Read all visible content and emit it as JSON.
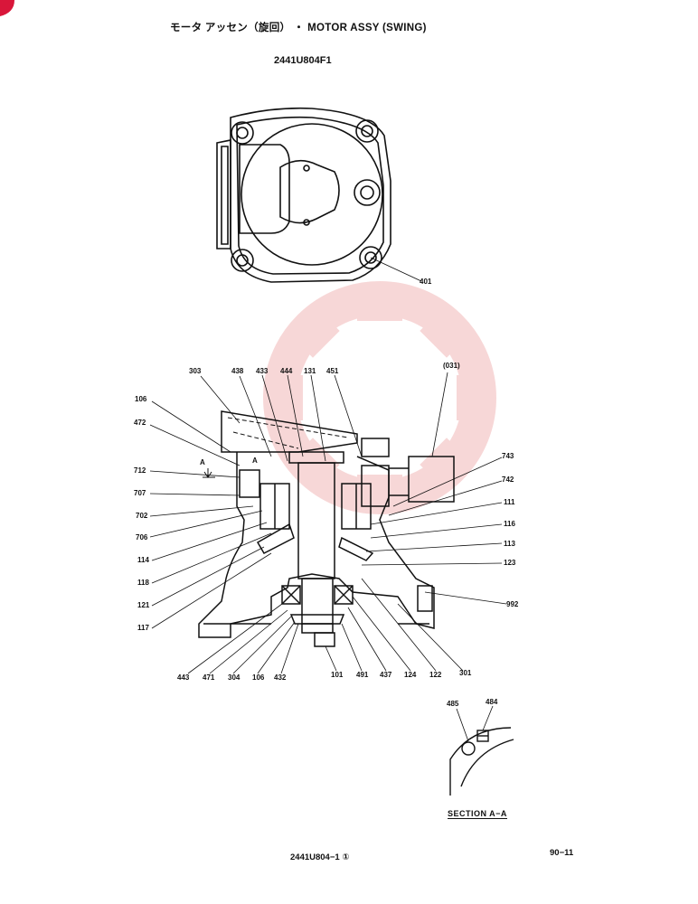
{
  "header": {
    "title": "モータ アッセン（旋回） ・ MOTOR ASSY (SWING)",
    "part_number": "2441U804F1"
  },
  "callouts": {
    "c401": "401",
    "c303": "303",
    "c438": "438",
    "c433": "433",
    "c444": "444",
    "c131": "131",
    "c451": "451",
    "c031": "(031)",
    "c106a": "106",
    "c472": "472",
    "c712": "712",
    "c707": "707",
    "c702": "702",
    "c706": "706",
    "c114": "114",
    "c118": "118",
    "c121": "121",
    "c117": "117",
    "c743": "743",
    "c742": "742",
    "c111": "111",
    "c116": "116",
    "c113": "113",
    "c123": "123",
    "c992": "992",
    "c443": "443",
    "c471": "471",
    "c304": "304",
    "c106b": "106",
    "c432": "432",
    "c101": "101",
    "c491": "491",
    "c437": "437",
    "c124": "124",
    "c122": "122",
    "c301": "301",
    "c485": "485",
    "c484": "484",
    "sectionA1": "A",
    "sectionA2": "A"
  },
  "section_label": "SECTION A−A",
  "footer": {
    "reference": "2441U804−1 ①",
    "page": "90−11"
  },
  "colors": {
    "line": "#111111",
    "watermark": "#f2b8b8",
    "corner_mark": "#d9163a"
  }
}
